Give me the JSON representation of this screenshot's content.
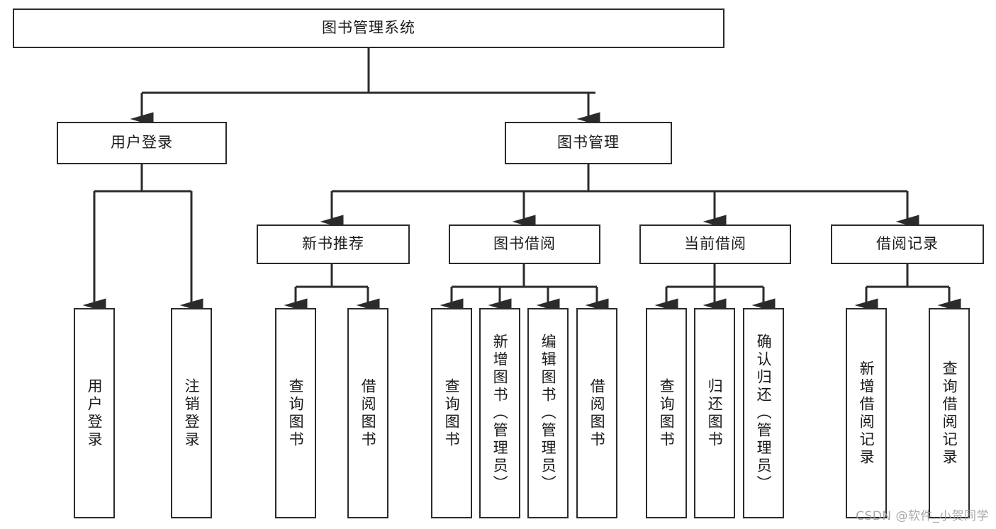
{
  "diagram": {
    "title": "图书管理系统",
    "watermark": "CSDN @软件_小贺同学",
    "accent_color": "#2b2b2b",
    "background_color": "#ffffff",
    "nodes": {
      "root": "图书管理系统",
      "user_login": "用户登录",
      "book_manage": "图书管理",
      "new_book_rec": "新书推荐",
      "book_borrow": "图书借阅",
      "current_borrow": "当前借阅",
      "borrow_record": "借阅记录",
      "leaf_user_login": "用户登录",
      "leaf_logout": "注销登录",
      "leaf_query_book_1": "查询图书",
      "leaf_borrow_book_1": "借阅图书",
      "leaf_query_book_2": "查询图书",
      "leaf_add_book_admin": "新增图书（管理员）",
      "leaf_edit_book_admin": "编辑图书（管理员）",
      "leaf_borrow_book_2": "借阅图书",
      "leaf_query_book_3": "查询图书",
      "leaf_return_book": "归还图书",
      "leaf_confirm_return_admin": "确认归还（管理员）",
      "leaf_add_borrow_record": "新增借阅记录",
      "leaf_query_borrow_record": "查询借阅记录"
    }
  }
}
